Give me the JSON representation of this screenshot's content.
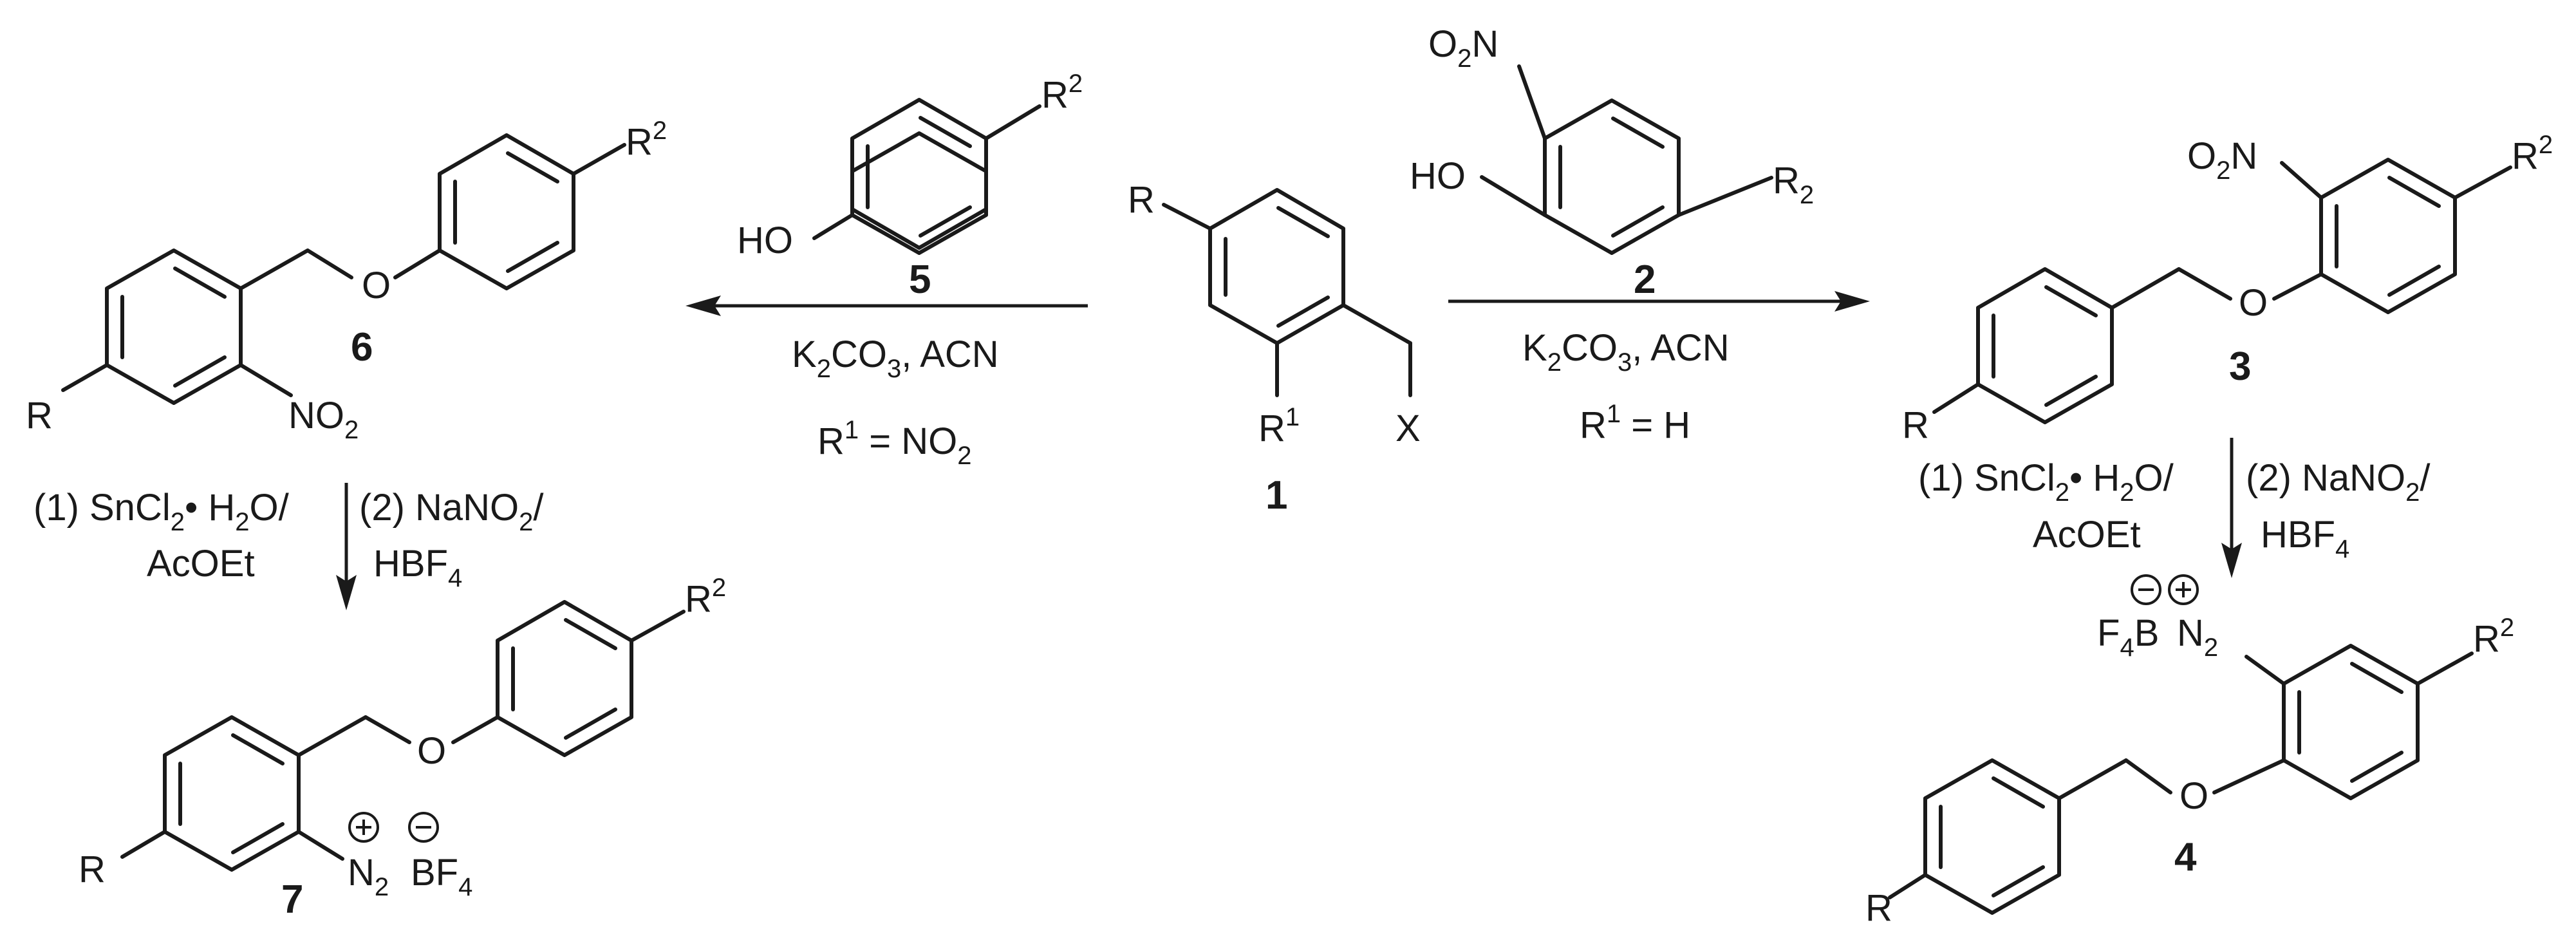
{
  "compounds": {
    "c1": {
      "number": "1",
      "sub_R": "R",
      "sub_R1": "R",
      "sub_R1_sup": "1",
      "sub_X": "X"
    },
    "c2": {
      "number": "2",
      "o2n": "O",
      "o2n_sub": "2",
      "o2n_N": "N",
      "ho": "HO",
      "r2": "R",
      "r2_sub": "2"
    },
    "c3": {
      "number": "3",
      "o2n": "O",
      "o2n_sub": "2",
      "o2n_N": "N",
      "r2": "R",
      "r2_sup": "2",
      "o": "O",
      "r": "R"
    },
    "c4": {
      "number": "4",
      "f4b": "F",
      "f4b_sub": "4",
      "f4b_B": "B",
      "n2": "N",
      "n2_sub": "2",
      "r2": "R",
      "r2_sup": "2",
      "o": "O",
      "r": "R"
    },
    "c5": {
      "number": "5",
      "ho": "HO",
      "r2": "R",
      "r2_sup": "2"
    },
    "c6": {
      "number": "6",
      "r2": "R",
      "r2_sup": "2",
      "o": "O",
      "r": "R",
      "no2": "NO",
      "no2_sub": "2"
    },
    "c7": {
      "number": "7",
      "r2": "R",
      "r2_sup": "2",
      "o": "O",
      "r": "R",
      "n2": "N",
      "n2_sub": "2",
      "bf4": "BF",
      "bf4_sub": "4"
    }
  },
  "reactions": {
    "right_arrow": {
      "reagent": "K",
      "reagent_sub1": "2",
      "reagent_mid": "CO",
      "reagent_sub2": "3",
      "reagent_end": ", ACN",
      "condition_R": "R",
      "condition_sup": "1",
      "condition_end": " = H"
    },
    "left_arrow": {
      "reagent": "K",
      "reagent_sub1": "2",
      "reagent_mid": "CO",
      "reagent_sub2": "3",
      "reagent_end": ", ACN",
      "condition_R": "R",
      "condition_sup": "1",
      "condition_mid": " = NO",
      "condition_sub": "2"
    },
    "left_down": {
      "step1_a": "(1) SnCl",
      "step1_sub": "2",
      "step1_b": "• H",
      "step1_sub2": "2",
      "step1_c": "O/",
      "step1_line2": "AcOEt",
      "step2_a": "(2) NaNO",
      "step2_sub": "2",
      "step2_b": "/",
      "step2_line2": "HBF",
      "step2_line2_sub": "4"
    },
    "right_down": {
      "step1_a": "(1) SnCl",
      "step1_sub": "2",
      "step1_b": "• H",
      "step1_sub2": "2",
      "step1_c": "O/",
      "step1_line2": "AcOEt",
      "step2_a": "(2) NaNO",
      "step2_sub": "2",
      "step2_b": "/",
      "step2_line2": "HBF",
      "step2_line2_sub": "4"
    }
  }
}
